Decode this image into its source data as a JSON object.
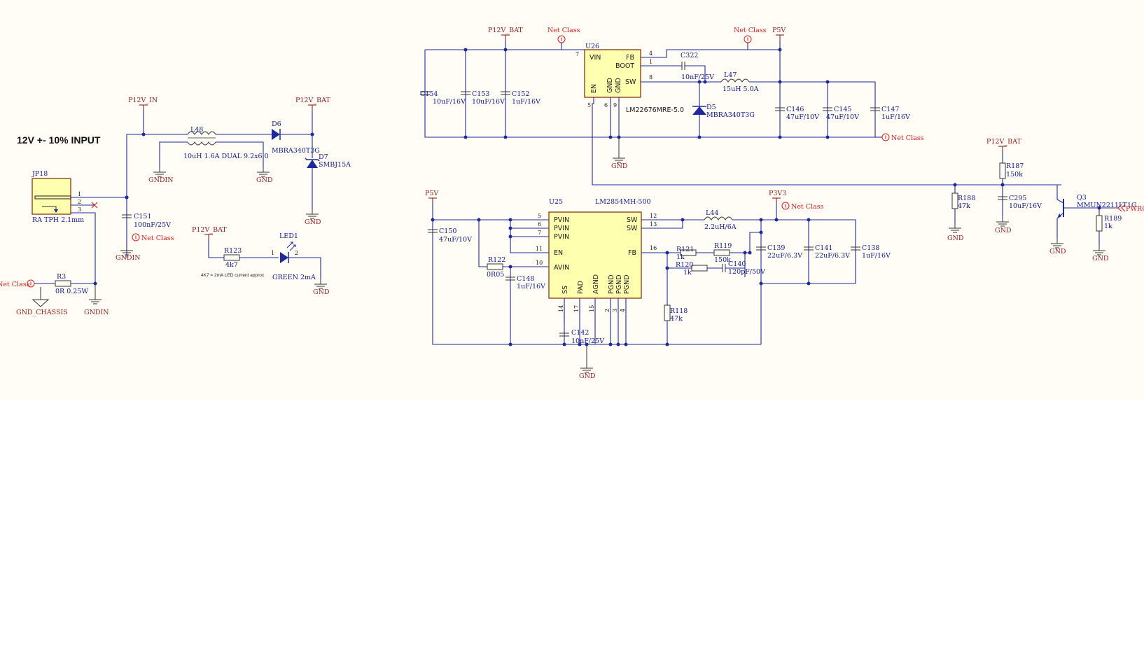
{
  "title": "12V +- 10% INPUT",
  "net_class": "Net Class",
  "nets": {
    "p12v_in": "P12V_IN",
    "p12v_bat": "P12V_BAT",
    "p5v": "P5V",
    "p3v3": "P3V3",
    "gnd": "GND",
    "gndin": "GNDIN",
    "gnd_chassis": "GND_CHASSIS",
    "pwrcut": "PWRCUT_B"
  },
  "jp18": {
    "ref": "JP18",
    "value": "RA TPH 2.1mm",
    "pins": [
      "1",
      "2",
      "3"
    ]
  },
  "r3": {
    "ref": "R3",
    "value": "0R 0.25W"
  },
  "c151": {
    "ref": "C151",
    "value": "100nF/25V"
  },
  "l48": {
    "ref": "L48",
    "value": "10uH 1.6A DUAL 9.2x6.0"
  },
  "d6": {
    "ref": "D6",
    "value": "MBRA340T3G"
  },
  "d7": {
    "ref": "D7",
    "value": "SMBJ15A"
  },
  "r123": {
    "ref": "R123",
    "value": "4k7",
    "note": "4K7 = 2mA LED current approx"
  },
  "led1": {
    "ref": "LED1",
    "value": "GREEN 2mA",
    "pins": [
      "1",
      "2"
    ]
  },
  "u26": {
    "ref": "U26",
    "part": "LM22676MRE-5.0",
    "pins": {
      "vin": "VIN",
      "fb": "FB",
      "boot": "BOOT",
      "sw": "SW",
      "en": "EN",
      "gnd": "GND"
    },
    "pin_numbers": [
      "7",
      "4",
      "1",
      "8",
      "5",
      "6",
      "9"
    ]
  },
  "u25": {
    "ref": "U25",
    "part": "LM2854MH-500",
    "pins": {
      "pvin": "PVIN",
      "en": "EN",
      "avin": "AVIN",
      "sw": "SW",
      "fb": "FB",
      "ss": "SS",
      "pad": "PAD",
      "agnd": "AGND",
      "pgnd": "PGND"
    },
    "pin_numbers": [
      "5",
      "6",
      "7",
      "11",
      "10",
      "12",
      "13",
      "16",
      "14",
      "17",
      "15",
      "2",
      "3",
      "4"
    ]
  },
  "c154": {
    "ref": "C154",
    "value": "10uF/16V"
  },
  "c153": {
    "ref": "C153",
    "value": "10uF/16V"
  },
  "c152": {
    "ref": "C152",
    "value": "1uF/16V"
  },
  "c322": {
    "ref": "C322",
    "value": "10nF/25V"
  },
  "l47": {
    "ref": "L47",
    "value": "15uH 5.0A"
  },
  "d5": {
    "ref": "D5",
    "value": "MBRA340T3G"
  },
  "c146": {
    "ref": "C146",
    "value": "47uF/10V"
  },
  "c145": {
    "ref": "C145",
    "value": "47uF/10V"
  },
  "c147": {
    "ref": "C147",
    "value": "1uF/16V"
  },
  "c150": {
    "ref": "C150",
    "value": "47uF/10V"
  },
  "r122": {
    "ref": "R122",
    "value": "0R05"
  },
  "c148": {
    "ref": "C148",
    "value": "1uF/16V"
  },
  "c142": {
    "ref": "C142",
    "value": "10nF/25V"
  },
  "l44": {
    "ref": "L44",
    "value": "2.2uH/6A"
  },
  "r121": {
    "ref": "R121",
    "value": "1k"
  },
  "r119": {
    "ref": "R119",
    "value": "150k"
  },
  "r120": {
    "ref": "R120",
    "value": "1k"
  },
  "c140": {
    "ref": "C140",
    "value": "120pF/50V"
  },
  "r118": {
    "ref": "R118",
    "value": "47k"
  },
  "c139": {
    "ref": "C139",
    "value": "22uF/6.3V"
  },
  "c141": {
    "ref": "C141",
    "value": "22uF/6.3V"
  },
  "c138": {
    "ref": "C138",
    "value": "1uF/16V"
  },
  "r187": {
    "ref": "R187",
    "value": "150k"
  },
  "r188": {
    "ref": "R188",
    "value": "47k"
  },
  "c295": {
    "ref": "C295",
    "value": "10uF/16V"
  },
  "q3": {
    "ref": "Q3",
    "value": "MMUN2211LT1G"
  },
  "r189": {
    "ref": "R189",
    "value": "1k"
  },
  "colors": {
    "wire": "#1e2a9a",
    "net_label": "#8b1a1a",
    "net_class": "#d02020",
    "chip_fill": "#ffffb0",
    "chip_border": "#7a2a00",
    "sheet": "#fffdf5"
  }
}
